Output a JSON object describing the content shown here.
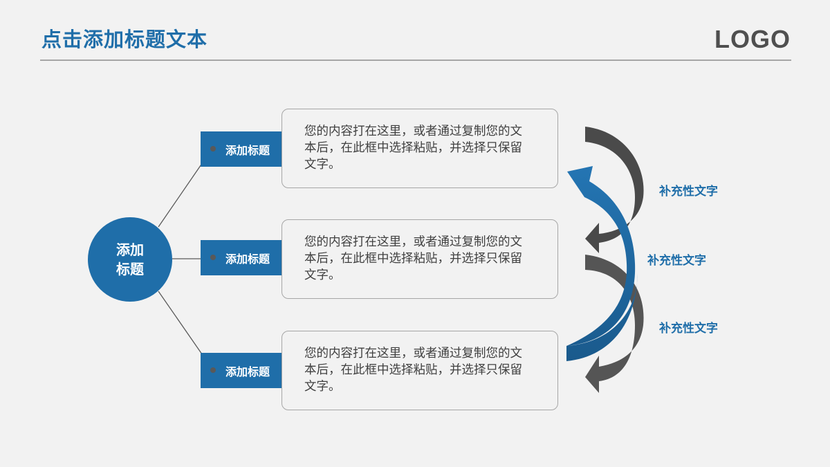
{
  "header": {
    "title": "点击添加标题文本",
    "logo": "LOGO"
  },
  "hub": {
    "line1": "添加",
    "line2": "标题"
  },
  "branches": [
    {
      "label": "添加标题",
      "text": "您的内容打在这里，或者通过复制您的文本后，在此框中选择粘贴，并选择只保留文字。"
    },
    {
      "label": "添加标题",
      "text": "您的内容打在这里，或者通过复制您的文本后，在此框中选择粘贴，并选择只保留文字。"
    },
    {
      "label": "添加标题",
      "text": "您的内容打在这里，或者通过复制您的文本后，在此框中选择粘贴，并选择只保留文字。"
    }
  ],
  "side_notes": [
    "补充性文字",
    "补充性文字",
    "补充性文字"
  ],
  "colors": {
    "accent": "#1f6ea9",
    "arrow_dark": "#4a4a4a",
    "background": "#f2f2f2",
    "border": "#a6a6a6"
  }
}
